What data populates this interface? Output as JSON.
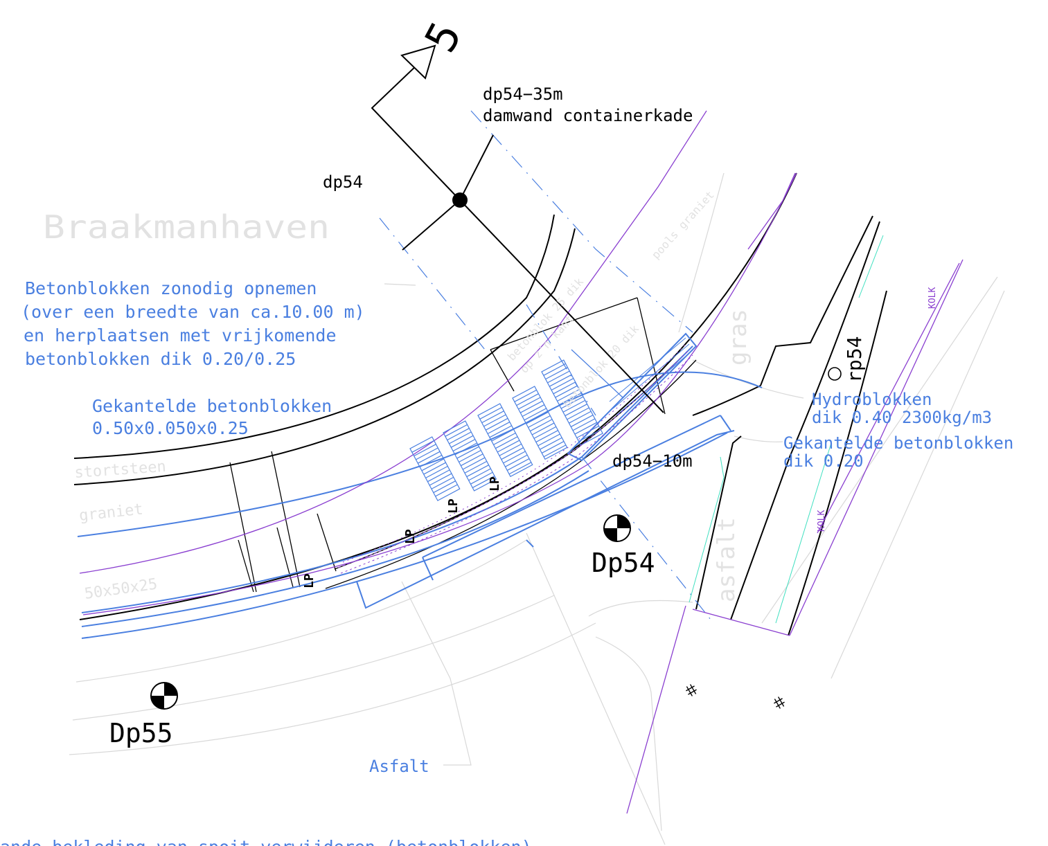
{
  "labels": {
    "section_number": "5",
    "dp54_35m": "dp54−35m",
    "damwand": "damwand containerkade",
    "dp54": "dp54",
    "braakmanhaven": "Braakmanhaven",
    "beton_note_1": "Betonblokken zonodig opnemen",
    "beton_note_2": "(over een breedte van ca.10.00 m)",
    "beton_note_3": "en herplaatsen met vrijkomende",
    "beton_note_4": "betonblokken dik 0.20/0.25",
    "gekantelde_1": "Gekantelde betonblokken",
    "gekantelde_2": "0.50x0.050x0.25",
    "hydro_1": "Hydroblokken",
    "hydro_2": "dik 0.40 2300kg/m3",
    "gekantelde_b1": "Gekantelde betonblokken",
    "gekantelde_b2": "dik 0.20",
    "dp54_10m": "dp54−10m",
    "dp54_marker": "Dp54",
    "dp55_marker": "Dp55",
    "rp54": "rp54",
    "asfalt": "Asfalt",
    "asfalt_grey": "asfalt",
    "gras": "gras",
    "stortsteen": "stortsteen",
    "graniet": "graniet",
    "size_50": "50x50x25",
    "pools_graniet": "pools graniet",
    "betonblok25": "betonblok 25 dik",
    "op_kant": "op z'n kant",
    "betonblok20": "betonblok 20 dik",
    "kolk": "KOLK",
    "lp": "LP",
    "bottom_note": "ande bekleding van spoit verwijderen (betonblokken)"
  },
  "colors": {
    "black": "#000000",
    "blue": "#4a7fe0",
    "purple": "#8a3fd0",
    "grey": "#d6d6d6",
    "cyan": "#40e0c0"
  },
  "icons": [
    "survey-benchmark-icon",
    "grating-hatch-icon",
    "section-arrow-icon"
  ]
}
